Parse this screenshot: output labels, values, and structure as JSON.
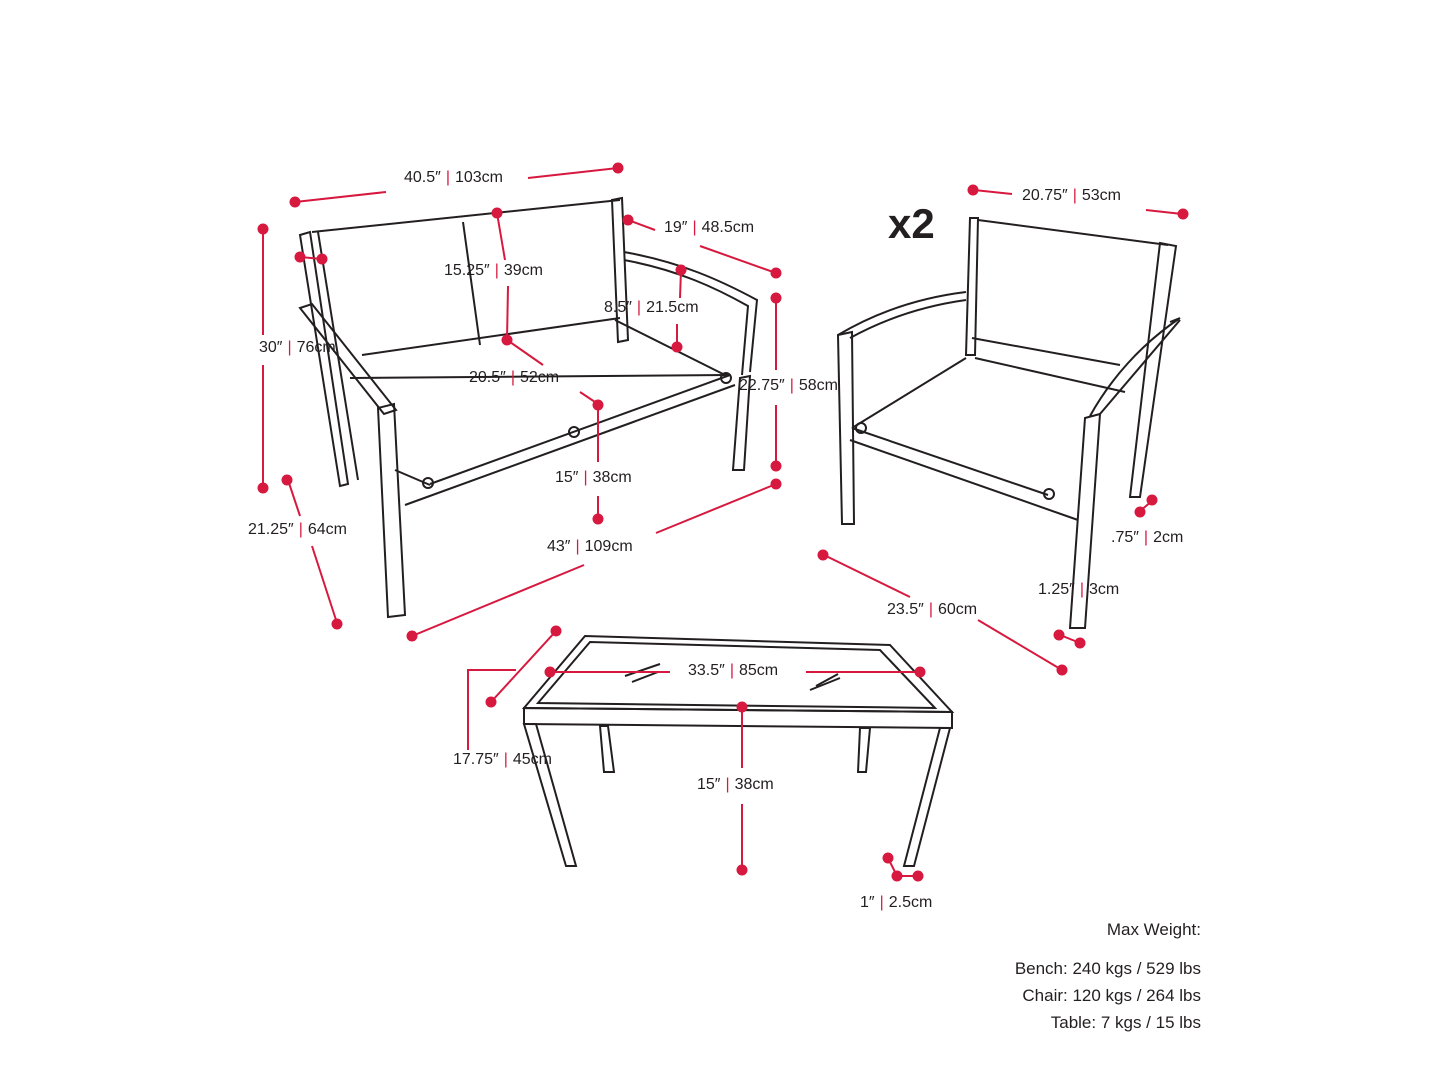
{
  "quantity_badge": "x2",
  "dimensions": {
    "bench_width": {
      "in": "40.5″",
      "cm": "103cm"
    },
    "bench_back_height": {
      "in": "15.25″",
      "cm": "39cm"
    },
    "bench_depth_arm": {
      "in": "19″",
      "cm": "48.5cm"
    },
    "bench_armrest_height": {
      "in": "8.5″",
      "cm": "21.5cm"
    },
    "bench_height": {
      "in": "30″",
      "cm": "76cm"
    },
    "bench_seat_depth": {
      "in": "20.5″",
      "cm": "52cm"
    },
    "arm_height": {
      "in": "22.75″",
      "cm": "58cm"
    },
    "bench_seat_height": {
      "in": "15″",
      "cm": "38cm"
    },
    "bench_depth": {
      "in": "21.25″",
      "cm": "64cm"
    },
    "bench_overall_width": {
      "in": "43″",
      "cm": "109cm"
    },
    "chair_width": {
      "in": "20.75″",
      "cm": "53cm"
    },
    "leg_thickness": {
      "in": ".75″",
      "cm": "2cm"
    },
    "leg_width": {
      "in": "1.25″",
      "cm": "3cm"
    },
    "chair_depth": {
      "in": "23.5″",
      "cm": "60cm"
    },
    "table_length": {
      "in": "33.5″",
      "cm": "85cm"
    },
    "table_depth": {
      "in": "17.75″",
      "cm": "45cm"
    },
    "table_height": {
      "in": "15″",
      "cm": "38cm"
    },
    "table_leg": {
      "in": "1″",
      "cm": "2.5cm"
    }
  },
  "max_weight": {
    "title": "Max Weight:",
    "items": [
      "Bench: 240 kgs / 529 lbs",
      "Chair: 120 kgs / 264 lbs",
      "Table: 7 kgs / 15 lbs"
    ]
  },
  "colors": {
    "accent": "#d7193f",
    "line": "#231f20"
  }
}
